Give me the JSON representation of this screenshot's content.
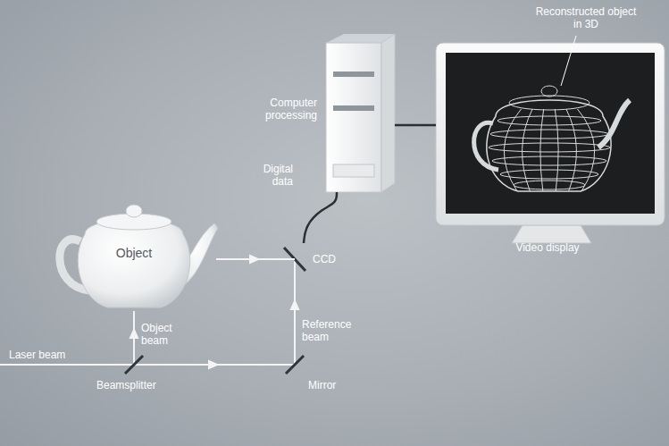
{
  "diagram": {
    "nodes": [
      {
        "text": [
          "Computer processing"
        ]
      },
      {
        "text": [
          "Video display"
        ]
      },
      {
        "text": [
          "Object"
        ]
      },
      {
        "text": [
          "CCD"
        ]
      }
    ],
    "edges": [
      {
        "from": 2,
        "to": 3,
        "arrow": "to"
      },
      {
        "from": 3,
        "to": 0,
        "label": "Digital data",
        "arrow": "none"
      },
      {
        "from": 0,
        "to": 1,
        "arrow": "none"
      }
    ],
    "labels": [
      "Reconstructed object in 3D",
      "Object beam",
      "Reference beam",
      "Laser beam",
      "Beamsplitter",
      "Mirror"
    ]
  }
}
